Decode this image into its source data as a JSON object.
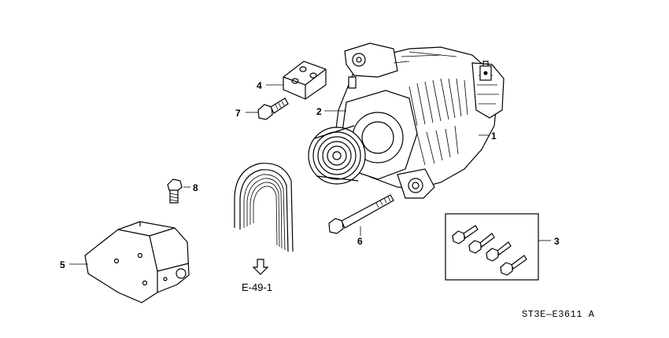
{
  "diagram": {
    "callouts": {
      "c1": "1",
      "c2": "2",
      "c3": "3",
      "c4": "4",
      "c5": "5",
      "c6": "6",
      "c7": "7",
      "c8": "8"
    },
    "reference_label": "E-49-1",
    "diagram_code": "ST3E—E3611 A"
  }
}
